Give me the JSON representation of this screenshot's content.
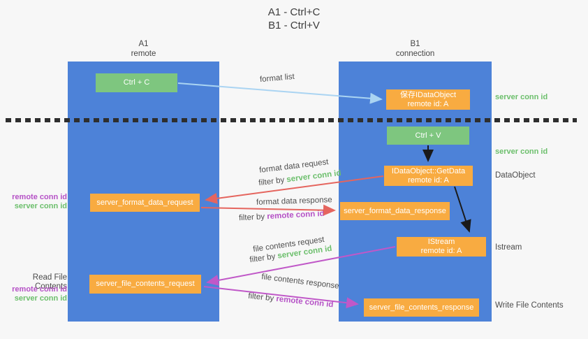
{
  "title": {
    "line1": "A1 - Ctrl+C",
    "line2": "B1 - Ctrl+V"
  },
  "columns": {
    "a1": {
      "name": "A1",
      "subtitle": "remote"
    },
    "b1": {
      "name": "B1",
      "subtitle": "connection"
    }
  },
  "nodes": {
    "ctrl_c": {
      "label": "Ctrl + C"
    },
    "save_dataobject": {
      "line1": "保存IDataObject",
      "line2": "remote id: A"
    },
    "ctrl_v": {
      "label": "Ctrl + V"
    },
    "getdata": {
      "line1": "IDataObject::GetData",
      "line2": "remote id: A"
    },
    "format_request": {
      "label": "server_format_data_request"
    },
    "format_response": {
      "label": "server_format_data_response"
    },
    "istream": {
      "line1": "IStream",
      "line2": "remote id: A"
    },
    "file_request": {
      "label": "server_file_contents_request"
    },
    "file_response": {
      "label": "server_file_contents_response"
    }
  },
  "edge_labels": {
    "format_list": "format list",
    "format_data_request": "format data request",
    "format_data_response": "format data response",
    "file_contents_request": "file contents request",
    "file_contents_response": "file contents response",
    "filter_by": "filter by ",
    "server_conn_id": "server conn id",
    "remote_conn_id": "remote conn id"
  },
  "side_labels": {
    "remote_conn_id": "remote conn id",
    "server_conn_id": "server conn id",
    "read_file_contents": "Read File Contents",
    "dataobject": "DataObject",
    "istream": "Istream",
    "write_file_contents": "Write File Contents"
  },
  "colors": {
    "column_blue": "#4d82d8",
    "node_green": "#7ec67f",
    "node_orange": "#f8ab41",
    "arrow_light_blue": "#aad4f2",
    "arrow_red": "#e5655e",
    "arrow_magenta": "#c058c8",
    "arrow_black": "#1a1a1a",
    "text_green": "#6cbf6c",
    "text_purple": "#b551c6"
  }
}
